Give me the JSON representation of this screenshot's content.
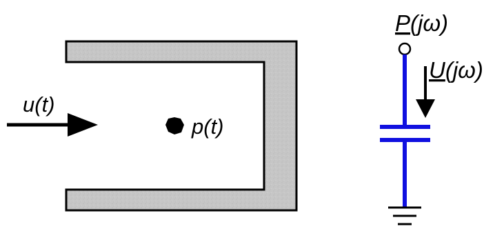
{
  "left_diagram": {
    "input_label": "u(t)",
    "point_label": "p(t)",
    "wall_fill": "#c4c4c4"
  },
  "right_diagram": {
    "node_label_base": "P",
    "node_label_arg": "(jω)",
    "flow_label_base": "U",
    "flow_label_arg": "(jω)",
    "wire_color": "#1010e0"
  }
}
